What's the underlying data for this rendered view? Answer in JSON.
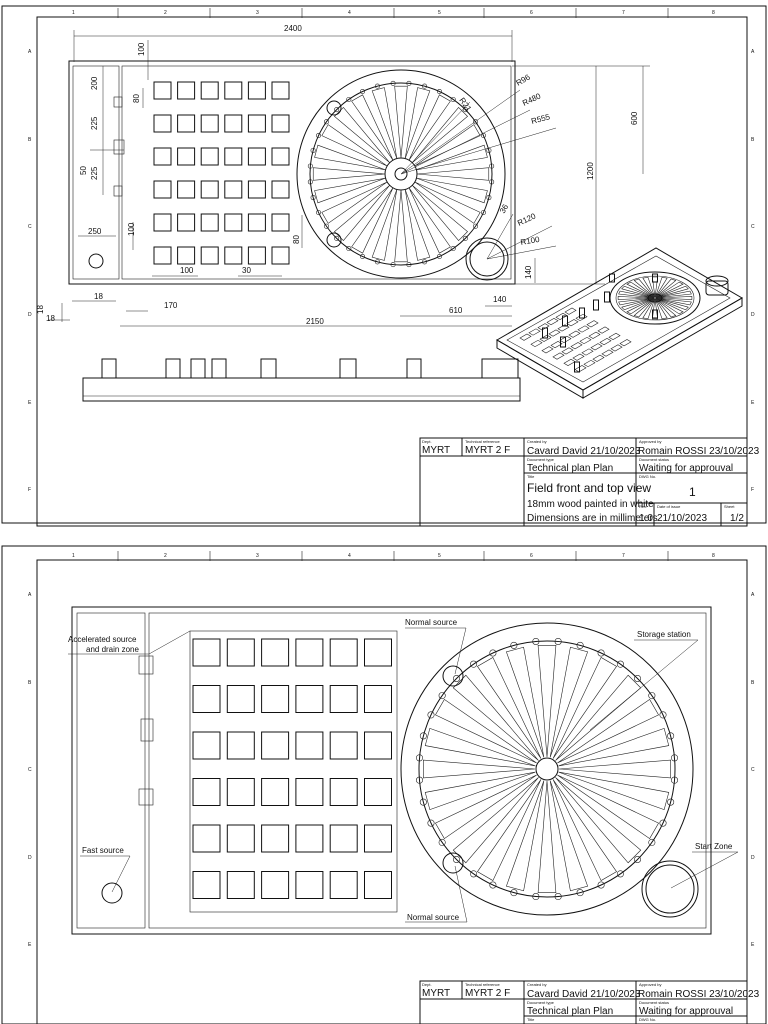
{
  "grid": {
    "columns": [
      "1",
      "2",
      "3",
      "4",
      "5",
      "6",
      "7",
      "8"
    ],
    "rows": [
      "A",
      "B",
      "C",
      "D",
      "E",
      "F"
    ]
  },
  "sheet1": {
    "dimensions": {
      "overall_width": "2400",
      "top_margin": "100",
      "d200": "200",
      "d225a": "225",
      "d50": "50",
      "d225b": "225",
      "d80a": "80",
      "d250": "250",
      "d100a": "100",
      "d80b": "80",
      "d100b": "100",
      "d30": "30",
      "d18a": "18",
      "d18b": "18",
      "d18c": "18",
      "d170": "170",
      "d2150": "2150",
      "d610": "610",
      "d140a": "140",
      "d140b": "140",
      "d600": "600",
      "d1200": "1200",
      "r96": "R96",
      "r480": "R480",
      "r555": "R555",
      "r21": "R21",
      "d36": "36",
      "r120": "R120",
      "r100": "R100"
    }
  },
  "sheet2": {
    "labels": {
      "accelerated": "Accelerated source",
      "drain": "and drain zone",
      "normal_top": "Normal source",
      "storage": "Storage station",
      "fast": "Fast source",
      "start": "Start Zone",
      "normal_bottom": "Normal source"
    }
  },
  "titleblock": {
    "dept_label": "Dept.",
    "dept": "MYRT",
    "techref_label": "Technical reference",
    "techref": "MYRT 2 F",
    "created_label": "Created by",
    "created": "Cavard David   21/10/2023",
    "approved_label": "Approved by",
    "approved": "Romain ROSSI 23/10/2023",
    "doctype_label": "Document type",
    "doctype": "Technical plan Plan",
    "status_label": "Document status",
    "status": "Waiting for approuval",
    "title_label": "Title",
    "title1": "Field front and top view",
    "title2": "18mm wood painted in white",
    "title3": "Dimensions are in millimeters",
    "dwg_label": "DWG No.",
    "dwg": "1",
    "rev_label": "Rev.",
    "rev": "1.0",
    "date_label": "Date of issue",
    "date": "21/10/2023",
    "sheet_label": "Sheet",
    "sheet": "1/2"
  }
}
